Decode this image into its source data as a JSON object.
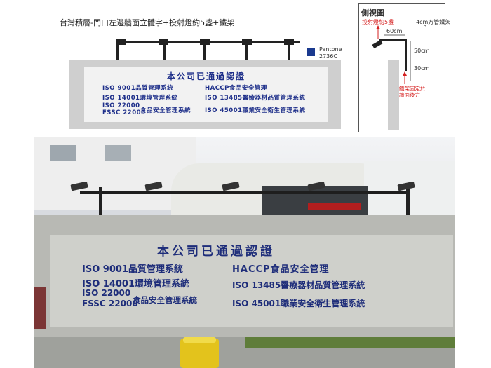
{
  "design": {
    "title": "台灣積層-門口左邊牆面立體字+投射燈約5盞+鐵架",
    "pantone_label": "Pantone 2736C",
    "pantone_color": "#1a3a8f",
    "sign_color": "#1e2f8a",
    "heading": "本公司已通過認證",
    "left_lines": [
      "ISO 9001品質管理系統",
      "ISO 14001環境管理系統",
      "ISO 22000",
      "FSSC 22000"
    ],
    "left_line4_suffix": "食品安全管理系統",
    "right_lines": [
      "HACCP食品安全管理",
      "ISO 13485醫療器材品質管理系統",
      "ISO 45001職業安全衛生管理系統"
    ]
  },
  "side_view": {
    "title": "側視圖",
    "lamp_label": "投射燈約5盞",
    "tube_label": "4cm方管鐵架",
    "h_mark": "H",
    "dim_60": "60cm",
    "dim_50": "50cm",
    "dim_30": "30cm",
    "fix_label": "鐵架固定於牆面後方"
  },
  "photo": {
    "heading": "本公司已通過認證",
    "left_lines": [
      "ISO 9001品質管理系統",
      "ISO 14001環境管理系統",
      "ISO 22000",
      "FSSC 22000"
    ],
    "left_line4_suffix": "食品安全管理系統",
    "right_lines": [
      "HACCP食品安全管理",
      "ISO 13485醫療器材品質管理系統",
      "ISO 45001職業安全衛生管理系統"
    ]
  }
}
